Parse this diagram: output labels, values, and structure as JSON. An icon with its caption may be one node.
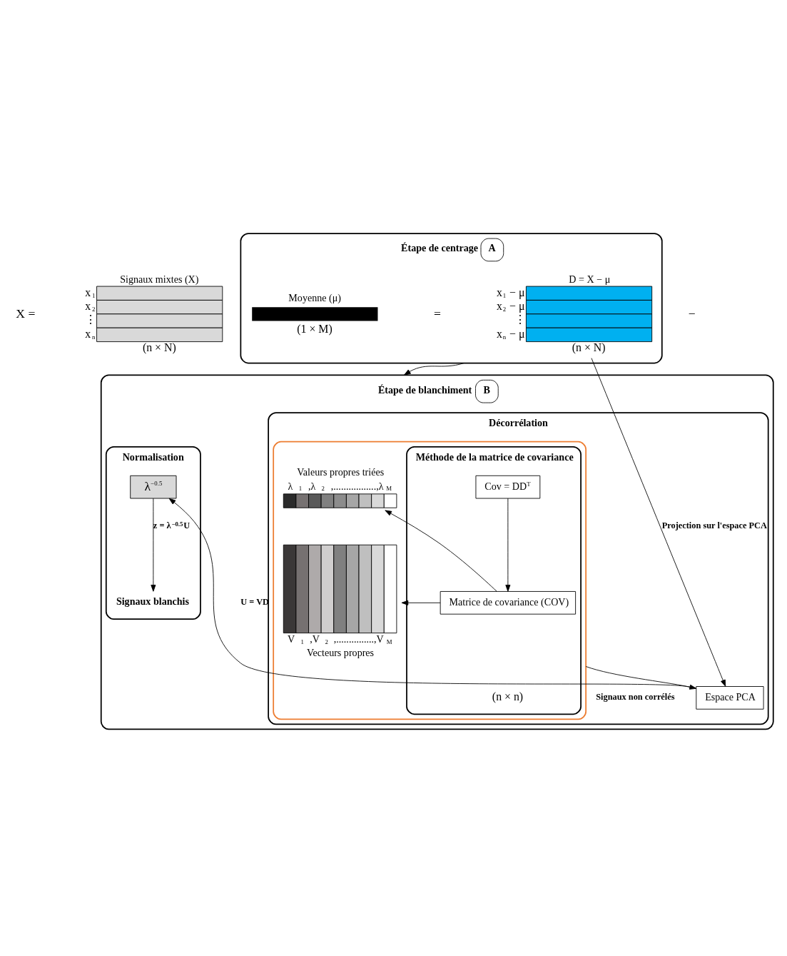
{
  "diagram": {
    "nodes": [
      {
        "text": [
          "Étape de centrage"
        ],
        "beside": [
          "A"
        ]
      },
      {
        "text": [
          "Signaux mixtes (X)",
          "(n × N)"
        ],
        "beside": [
          "x$_{1}$",
          "x$_{2}$",
          "⋮",
          "x$_{n}$"
        ]
      },
      {
        "text": [
          "Moyenne (μ)",
          "(1 × M)"
        ],
        "in": 0
      },
      {
        "text": [
          "D = X − μ",
          "(n × N)"
        ],
        "beside": [
          "x$_{1}$ − μ",
          "x$_{2}$ − μ",
          "⋮",
          "x$_{n}$ − μ"
        ],
        "in": 0
      },
      {
        "text": [
          "Étape de blanchiment"
        ],
        "beside": [
          "B"
        ]
      },
      {
        "text": [
          "Décorrélation"
        ],
        "in": 4
      },
      {
        "text": [],
        "shape": "box",
        "in": 5
      },
      {
        "text": [
          "Valeurs propres triées",
          "λ$_{1}$,λ$_{2}$,.................,λ$_{M}$"
        ],
        "in": 6
      },
      {
        "text": [
          "V$_{1}$,V$_{2}$,...............,V$_{M}$",
          "Vecteurs propres"
        ],
        "in": 6
      },
      {
        "text": [
          "Méthode de la matrice de covariance"
        ],
        "in": 6
      },
      {
        "text": [
          "Cov = DD$^{T}$"
        ],
        "in": 9
      },
      {
        "text": [
          "Matrice de covariance (COV)"
        ],
        "in": 9
      },
      {
        "text": [
          "Espace PCA"
        ],
        "in": 5
      },
      {
        "text": [
          "Normalisation"
        ],
        "in": 4
      },
      {
        "text": [
          "λ$^{−0.5}$"
        ],
        "in": 13
      },
      {
        "text": [
          "Signaux blanchis"
        ],
        "in": 13
      }
    ],
    "edges": [
      {
        "from": 0,
        "to": 4,
        "arrow": "to"
      },
      {
        "from": 10,
        "to": 11,
        "arrow": "to"
      },
      {
        "from": 11,
        "to": 7,
        "arrow": "to"
      },
      {
        "from": 11,
        "to": 8,
        "arrow": "to"
      },
      {
        "from": 6,
        "to": 12,
        "arrow": "to"
      },
      {
        "from": 3,
        "to": 12,
        "arrow": "to",
        "label": "Projection sur l'espace PCA"
      },
      {
        "from": 12,
        "to": 14,
        "arrow": "to",
        "label": "U = VD"
      },
      {
        "from": 14,
        "to": 15,
        "arrow": "to",
        "label": "z = λ$^{−0.5}$U"
      }
    ],
    "labels": [
      "X =",
      "−",
      "=",
      "(n × n)",
      "Signaux non corrélés"
    ]
  }
}
